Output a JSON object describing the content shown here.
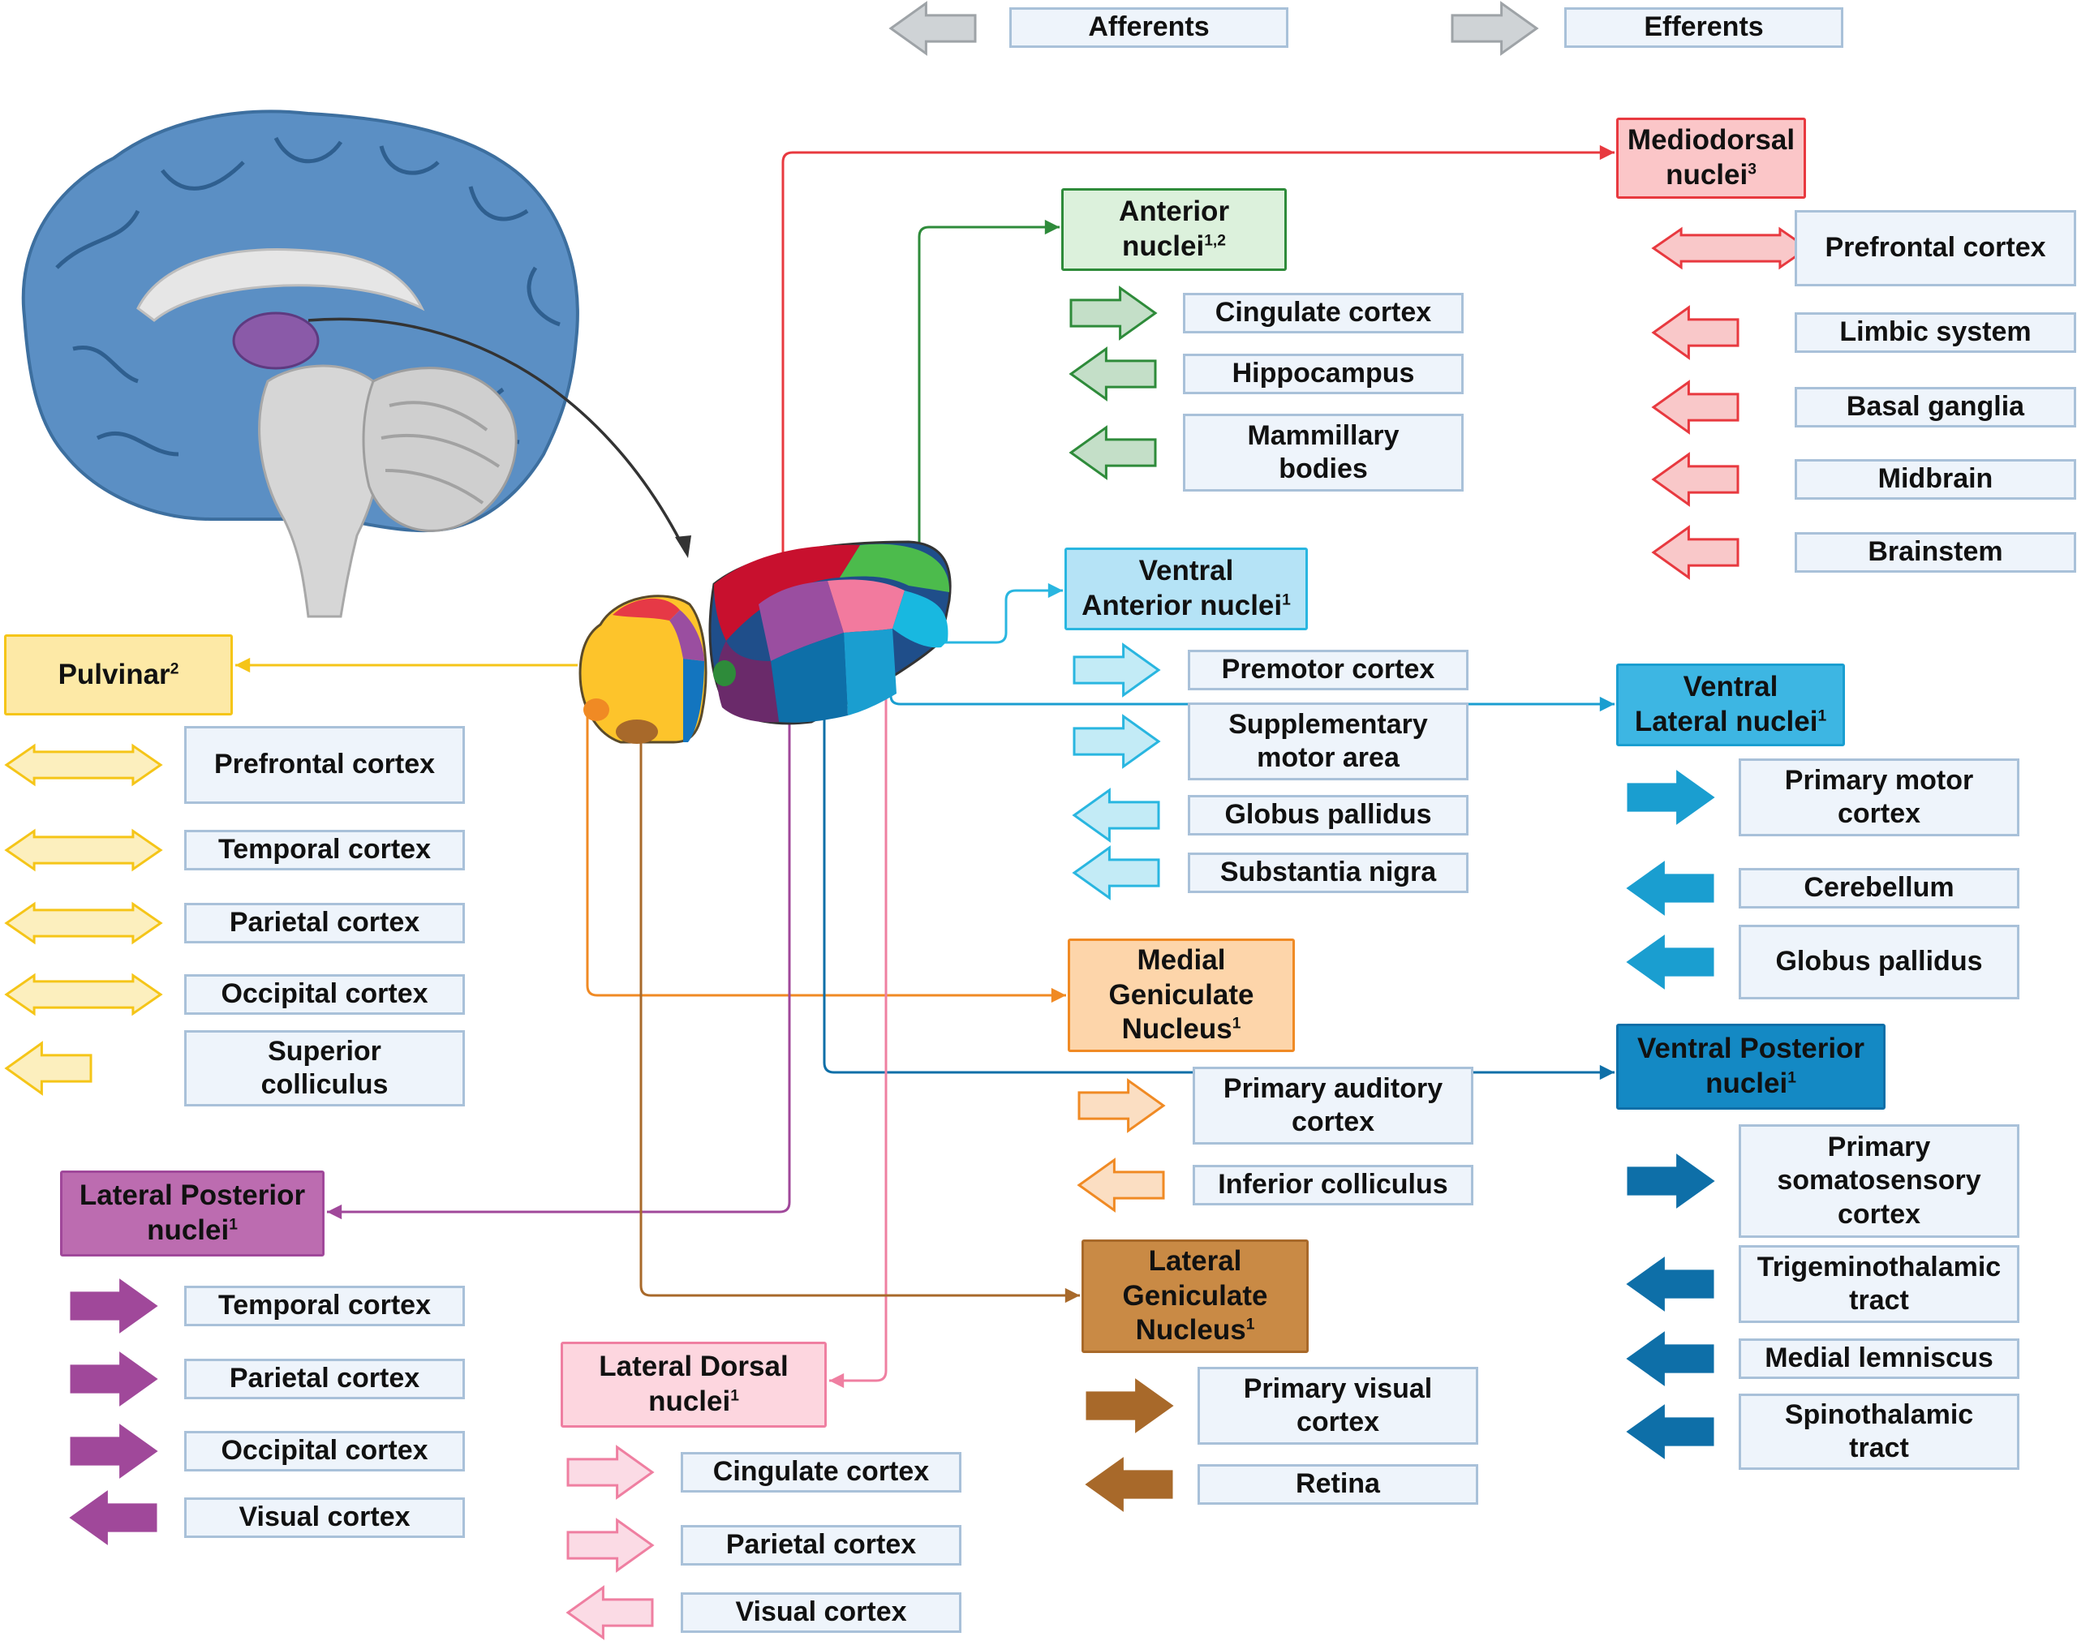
{
  "legend": {
    "afferents": "Afferents",
    "efferents": "Efferents",
    "afferent_color": "#cfd3d6",
    "efferent_color": "#cfd3d6"
  },
  "nuclei": [
    {
      "id": "mediodorsal",
      "lines": [
        "Mediodorsal",
        "nuclei"
      ],
      "sup": "3",
      "color": "#e8393f",
      "fill": "#fbc6c8",
      "targets": [
        {
          "lines": [
            "Prefrontal cortex"
          ],
          "dir": "both"
        },
        {
          "lines": [
            "Limbic system"
          ],
          "dir": "in"
        },
        {
          "lines": [
            "Basal ganglia"
          ],
          "dir": "in"
        },
        {
          "lines": [
            "Midbrain"
          ],
          "dir": "in"
        },
        {
          "lines": [
            "Brainstem"
          ],
          "dir": "in"
        }
      ]
    },
    {
      "id": "anterior",
      "lines": [
        "Anterior",
        "nuclei"
      ],
      "sup": "1,2",
      "color": "#2e8b3a",
      "fill": "#dcf1dc",
      "targets": [
        {
          "lines": [
            "Cingulate cortex"
          ],
          "dir": "out"
        },
        {
          "lines": [
            "Hippocampus"
          ],
          "dir": "in"
        },
        {
          "lines": [
            "Mammillary",
            "bodies"
          ],
          "dir": "in"
        }
      ]
    },
    {
      "id": "ventral-anterior",
      "lines": [
        "Ventral",
        "Anterior nuclei"
      ],
      "sup": "1",
      "color": "#29b6e0",
      "fill": "#b5e3f6",
      "targets": [
        {
          "lines": [
            "Premotor cortex"
          ],
          "dir": "out"
        },
        {
          "lines": [
            "Supplementary",
            "motor area"
          ],
          "dir": "out"
        },
        {
          "lines": [
            "Globus pallidus"
          ],
          "dir": "in"
        },
        {
          "lines": [
            "Substantia nigra"
          ],
          "dir": "in"
        }
      ]
    },
    {
      "id": "ventral-lateral",
      "lines": [
        "Ventral",
        "Lateral nuclei"
      ],
      "sup": "1",
      "color": "#1a9ed0",
      "fill": "#3db6e3",
      "targets": [
        {
          "lines": [
            "Primary motor",
            "cortex"
          ],
          "dir": "out"
        },
        {
          "lines": [
            "Cerebellum"
          ],
          "dir": "in"
        },
        {
          "lines": [
            "Globus pallidus"
          ],
          "dir": "in"
        }
      ]
    },
    {
      "id": "medial-geniculate",
      "lines": [
        "Medial",
        "Geniculate",
        "Nucleus"
      ],
      "sup": "1",
      "color": "#f08a24",
      "fill": "#fdd5aa",
      "targets": [
        {
          "lines": [
            "Primary auditory",
            "cortex"
          ],
          "dir": "out"
        },
        {
          "lines": [
            "Inferior colliculus"
          ],
          "dir": "in"
        }
      ]
    },
    {
      "id": "ventral-posterior",
      "lines": [
        "Ventral Posterior",
        "nuclei"
      ],
      "sup": "1",
      "color": "#0e6fa8",
      "fill": "#1489c4",
      "targets": [
        {
          "lines": [
            "Primary",
            "somatosensory",
            "cortex"
          ],
          "dir": "out"
        },
        {
          "lines": [
            "Trigeminothalamic",
            "tract"
          ],
          "dir": "in"
        },
        {
          "lines": [
            "Medial lemniscus"
          ],
          "dir": "in"
        },
        {
          "lines": [
            "Spinothalamic",
            "tract"
          ],
          "dir": "in"
        }
      ]
    },
    {
      "id": "pulvinar",
      "lines": [
        "Pulvinar"
      ],
      "sup": "2",
      "color": "#f5c518",
      "fill": "#fde9a6",
      "targets": [
        {
          "lines": [
            "Prefrontal cortex"
          ],
          "dir": "both"
        },
        {
          "lines": [
            "Temporal cortex"
          ],
          "dir": "both"
        },
        {
          "lines": [
            "Parietal cortex"
          ],
          "dir": "both"
        },
        {
          "lines": [
            "Occipital cortex"
          ],
          "dir": "both"
        },
        {
          "lines": [
            "Superior",
            "colliculus"
          ],
          "dir": "in"
        }
      ]
    },
    {
      "id": "lateral-posterior",
      "lines": [
        "Lateral Posterior",
        "nuclei"
      ],
      "sup": "1",
      "color": "#a0489a",
      "fill": "#bc6cb0",
      "targets": [
        {
          "lines": [
            "Temporal cortex"
          ],
          "dir": "out"
        },
        {
          "lines": [
            "Parietal cortex"
          ],
          "dir": "out"
        },
        {
          "lines": [
            "Occipital cortex"
          ],
          "dir": "out"
        },
        {
          "lines": [
            "Visual cortex"
          ],
          "dir": "in"
        }
      ]
    },
    {
      "id": "lateral-dorsal",
      "lines": [
        "Lateral Dorsal",
        "nuclei"
      ],
      "sup": "1",
      "color": "#ef7fa1",
      "fill": "#fdd6df",
      "targets": [
        {
          "lines": [
            "Cingulate cortex"
          ],
          "dir": "out"
        },
        {
          "lines": [
            "Parietal cortex"
          ],
          "dir": "out"
        },
        {
          "lines": [
            "Visual cortex"
          ],
          "dir": "in"
        }
      ]
    },
    {
      "id": "lateral-geniculate",
      "lines": [
        "Lateral",
        "Geniculate",
        "Nucleus"
      ],
      "sup": "1",
      "color": "#a8692a",
      "fill": "#c98a45",
      "targets": [
        {
          "lines": [
            "Primary visual",
            "cortex"
          ],
          "dir": "out"
        },
        {
          "lines": [
            "Retina"
          ],
          "dir": "in"
        }
      ]
    }
  ]
}
